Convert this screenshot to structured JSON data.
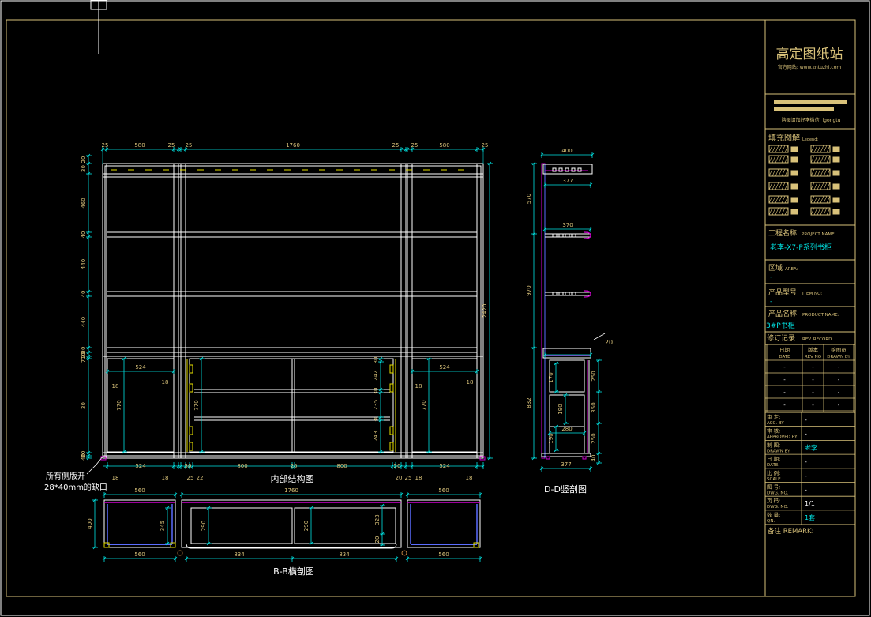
{
  "title_block": {
    "brand": "高定图纸站",
    "website": "官方网站: www.zntuzhi.com",
    "notice": "购图请加好李微信: lgongtu",
    "legend_title": "填充图解",
    "legend_en": "Legend:",
    "project_label": "工程名称",
    "project_en": "PROJECT NAME:",
    "project_value": "老李-X7-P系列书柜",
    "area_label": "区域",
    "area_en": "AREA:",
    "area_value": "-",
    "item_label": "产品型号",
    "item_en": "ITEM NO:",
    "item_value": "-",
    "product_label": "产品名称",
    "product_en": "PRODUCT NAME:",
    "product_value": "3#P书柜",
    "rev_label": "修订记录",
    "rev_en": "REV. RECORD",
    "rev_headers": [
      "日期",
      "版本",
      "绘图员"
    ],
    "rev_headers_en": [
      "DATE",
      "REV NO",
      "DRAWN BY"
    ],
    "rev_rows": [
      [
        "-",
        "-",
        "-"
      ],
      [
        "-",
        "-",
        "-"
      ],
      [
        "-",
        "-",
        "-"
      ],
      [
        "-",
        "-",
        "-"
      ]
    ],
    "acc_label": "审 定:",
    "acc_en": "ACC. BY",
    "acc_value": "-",
    "check_label": "审 核:",
    "check_en": "APPROVED BY",
    "check_value": "-",
    "drawn_label": "制 图:",
    "drawn_en": "DRAWN BY",
    "drawn_value": "老李",
    "date_label": "日 期:",
    "date_en": "DATE.",
    "date_value": "-",
    "scale_label": "比 例:",
    "scale_en": "SCALE.",
    "scale_value": "-",
    "dwgno_label": "图 号:",
    "dwgno_en": "DWG. NO.",
    "dwgno_value": "-",
    "page_label": "页 码:",
    "page_en": "DWG. NO.",
    "page_value": "1/1",
    "qty_label": "数 量:",
    "qty_en": "QN.",
    "qty_value": "1套",
    "remark_label": "备注 REMARK:"
  },
  "views": {
    "front_title": "内部结构图",
    "side_title": "D-D竖剖图",
    "plan_title": "B-B横剖图",
    "note_line1": "所有侧版开",
    "note_line2": "28*40mm的缺口"
  },
  "front_dims": {
    "top": [
      "25",
      "580",
      "25",
      "25",
      "1760",
      "25",
      "25",
      "580",
      "25"
    ],
    "left": [
      "20",
      "30",
      "460",
      "40",
      "440",
      "40",
      "440",
      "30",
      "30",
      "710",
      "30",
      "20",
      "40"
    ],
    "overall_height": "2420",
    "inner_left": [
      "524",
      "18",
      "18",
      "770"
    ],
    "inner_center": [
      "770",
      "30",
      "242",
      "30",
      "235",
      "30",
      "243"
    ],
    "inner_right": [
      "524",
      "18",
      "18",
      "770"
    ],
    "bottom": [
      "524",
      "18",
      "18",
      "50",
      "25",
      "22",
      "800",
      "20",
      "800",
      "50",
      "20",
      "25",
      "18",
      "524",
      "18"
    ]
  },
  "side_dims": {
    "top": "400",
    "inner_top": "377",
    "shelf1": "370",
    "left": [
      "570",
      "970",
      "832"
    ],
    "angle": "20",
    "inner": [
      "170",
      "190",
      "190",
      "280"
    ],
    "right": [
      "250",
      "350",
      "250",
      "40"
    ],
    "bottom": "377"
  },
  "plan_dims": {
    "top": [
      "560",
      "1760",
      "560"
    ],
    "left": "400",
    "inner": [
      "345",
      "290",
      "290",
      "323",
      "20"
    ],
    "bottom": [
      "560",
      "834",
      "834",
      "560"
    ]
  },
  "colors": {
    "frame": "#ffffff",
    "dim": "#00e5e5",
    "gold": "#d9c27a",
    "magenta": "#d000d0",
    "blue": "#5a6cff",
    "yellow": "#e8e000",
    "green": "#4ce04c"
  }
}
